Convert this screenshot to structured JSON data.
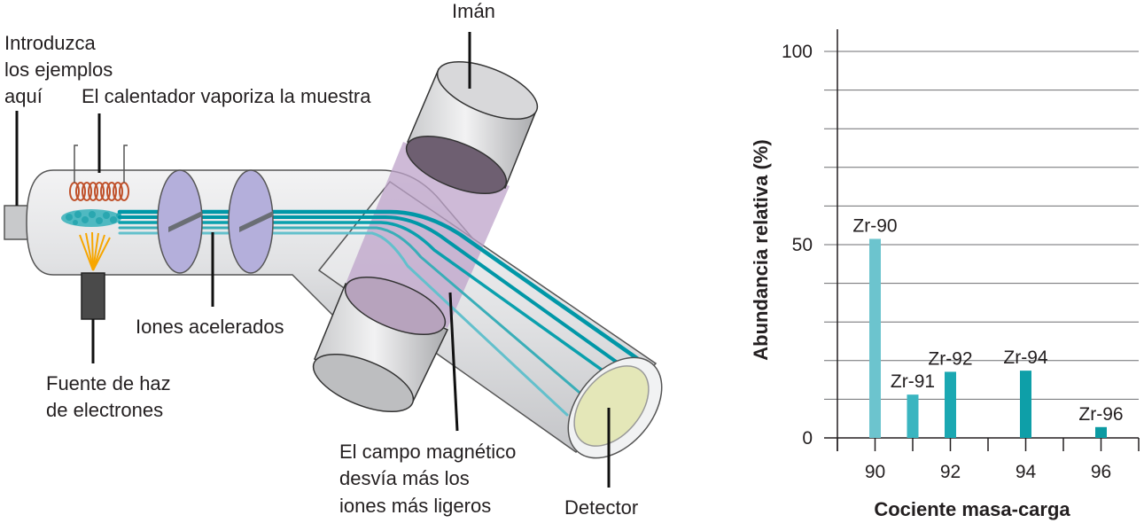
{
  "diagram": {
    "labels": {
      "sample_intro": [
        "Introduzca",
        "los ejemplos",
        "aquí"
      ],
      "heater": "El calentador vaporiza la muestra",
      "magnet": "Imán",
      "electron_source": [
        "Fuente de haz",
        "de electrones"
      ],
      "accelerated_ions": "Iones acelerados",
      "magnetic_field": [
        "El campo magnético",
        "desvía más los",
        "iones más ligeros"
      ],
      "detector": "Detector"
    },
    "colors": {
      "tube": "#d4d5d7",
      "magnet_field": "#bda3c9",
      "plates": "#b4afdb",
      "beam_dark": "#0097a7",
      "beam_light": "#63c0cc",
      "coil": "#c0522c",
      "electrons": "#f7a600",
      "detector_face": "#e4e7b8"
    }
  },
  "chart_data": {
    "type": "bar",
    "xlabel": "Cociente masa-carga",
    "ylabel": "Abundancia relativa (%)",
    "ylim": [
      0,
      100
    ],
    "xlim": [
      89,
      97
    ],
    "yticks": [
      0,
      50,
      100
    ],
    "xticks": [
      90,
      92,
      94,
      96
    ],
    "grid": true,
    "categories": [
      "Zr-90",
      "Zr-91",
      "Zr-92",
      "Zr-94",
      "Zr-96"
    ],
    "x": [
      90,
      91,
      92,
      94,
      96
    ],
    "values": [
      51.5,
      11.2,
      17.1,
      17.4,
      2.8
    ],
    "bar_colors": [
      "#6cc4ce",
      "#3ab5c0",
      "#1ba8b2",
      "#0e9fa8",
      "#0b9aa2"
    ]
  }
}
